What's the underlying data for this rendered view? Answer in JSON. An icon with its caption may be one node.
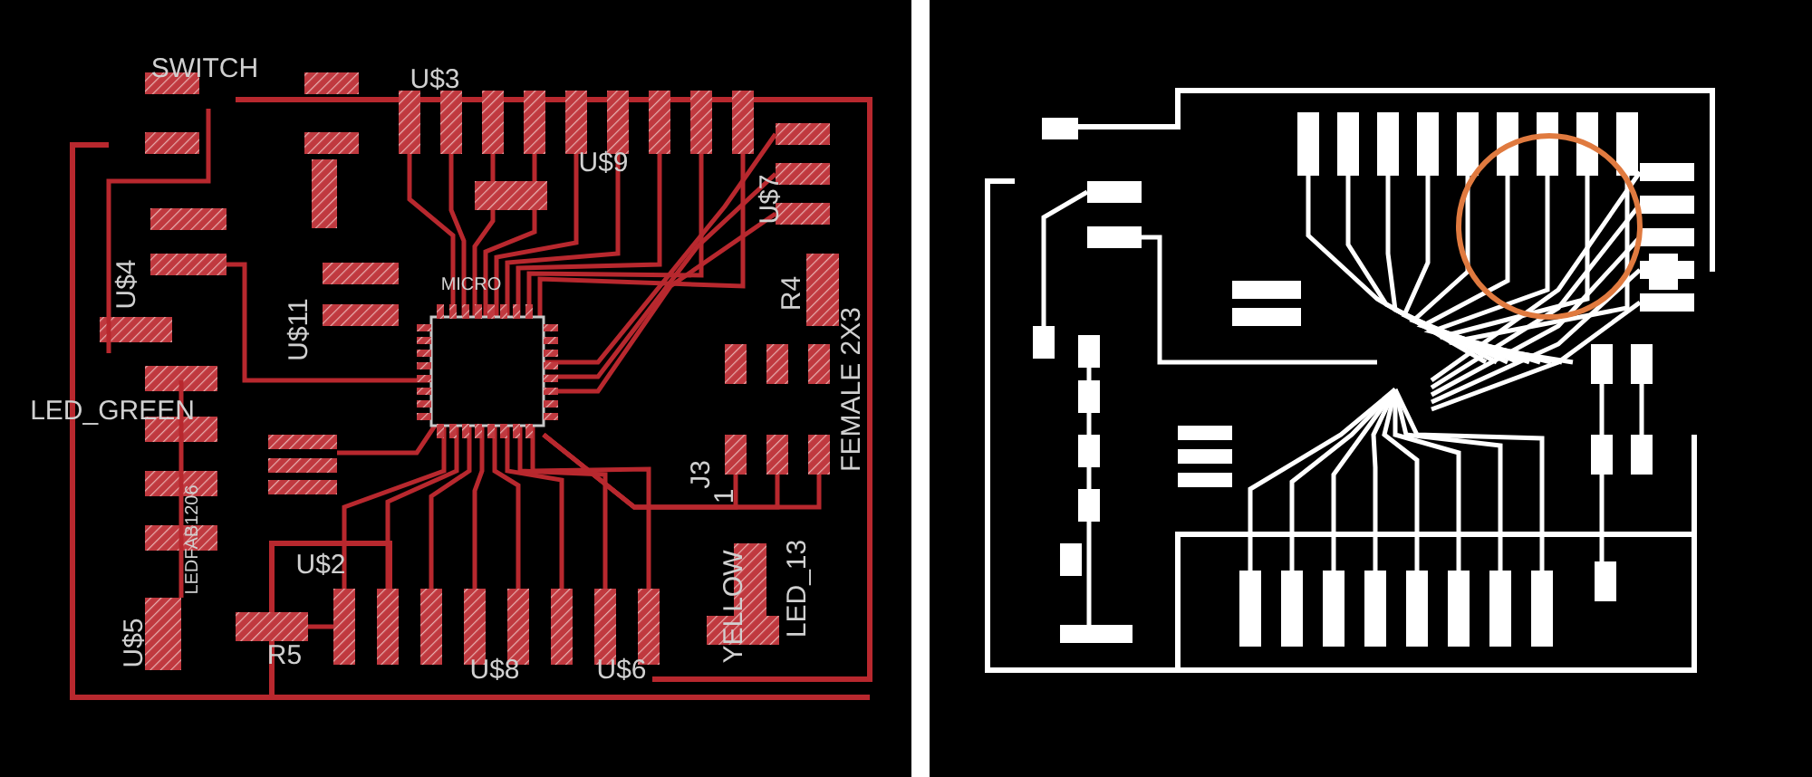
{
  "diagram": {
    "labels": [
      "SWITCH",
      "U$3",
      "U$9",
      "U$7",
      "MICRO",
      "U$4",
      "U$11",
      "R4",
      "FEMALE 2X3",
      "LED_GREEN",
      "J3",
      "1",
      "LEDFAB1206",
      "U$5",
      "R5",
      "U$2",
      "U$8",
      "U$6",
      "YELLOW",
      "LED_13"
    ]
  }
}
